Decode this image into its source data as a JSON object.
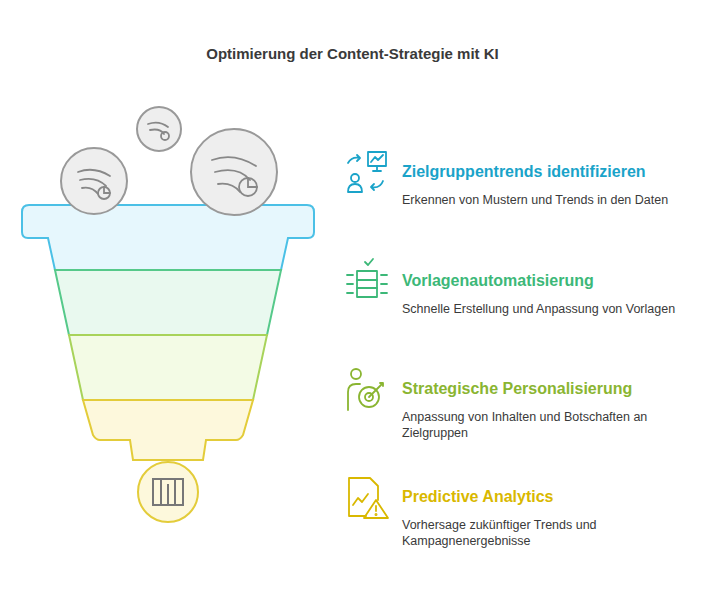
{
  "diagram": {
    "title": "Optimierung der Content-Strategie mit KI",
    "nodes": [
      {
        "text": [
          "Zielgruppentrends identifizieren",
          "Erkennen von Mustern und Trends in den Daten"
        ]
      },
      {
        "text": [
          "Vorlagenautomatisierung",
          "Schnelle Erstellung und Anpassung von Vorlagen"
        ]
      },
      {
        "text": [
          "Strategische Personalisierung",
          "Anpassung von Inhalten und Botschaften an Zielgruppen"
        ]
      },
      {
        "text": [
          "Predictive Analytics",
          "Vorhersage zukünftiger Trends und Kampagnenergebnisse"
        ]
      }
    ]
  }
}
